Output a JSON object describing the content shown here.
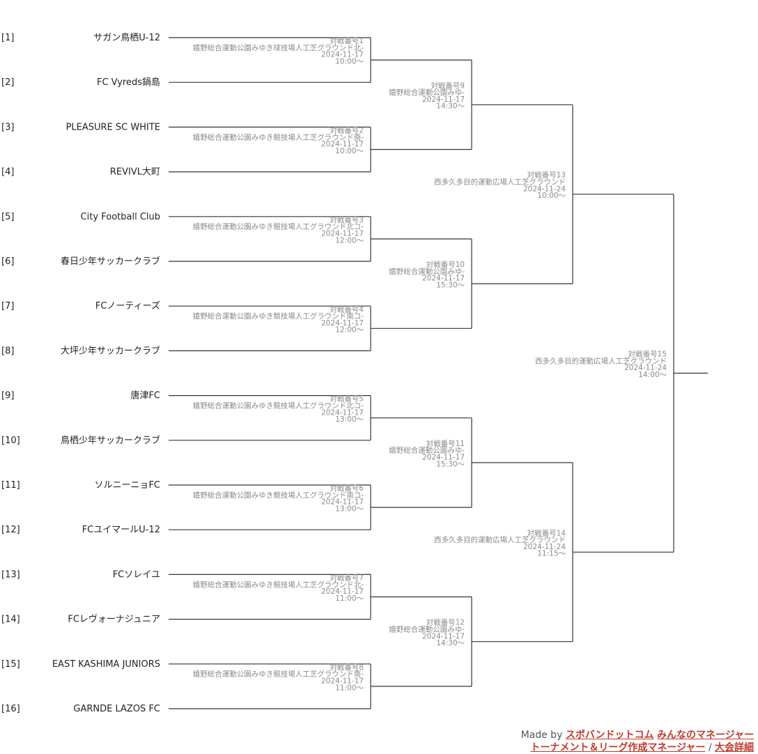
{
  "teams": [
    {
      "seed": "[1]",
      "name": "サガン鳥栖U-12"
    },
    {
      "seed": "[2]",
      "name": "FC Vyreds鍋島"
    },
    {
      "seed": "[3]",
      "name": "PLEASURE SC WHITE"
    },
    {
      "seed": "[4]",
      "name": "REVIVL大町"
    },
    {
      "seed": "[5]",
      "name": "City Football Club"
    },
    {
      "seed": "[6]",
      "name": "春日少年サッカークラブ"
    },
    {
      "seed": "[7]",
      "name": "FCノーティーズ"
    },
    {
      "seed": "[8]",
      "name": "大坪少年サッカークラブ"
    },
    {
      "seed": "[9]",
      "name": "唐津FC"
    },
    {
      "seed": "[10]",
      "name": "鳥栖少年サッカークラブ"
    },
    {
      "seed": "[11]",
      "name": "ソルニーニョFC"
    },
    {
      "seed": "[12]",
      "name": "FCユイマールU-12"
    },
    {
      "seed": "[13]",
      "name": "FCソレイユ"
    },
    {
      "seed": "[14]",
      "name": "FCレヴォーナジュニア"
    },
    {
      "seed": "[15]",
      "name": "EAST KASHIMA JUNIORS"
    },
    {
      "seed": "[16]",
      "name": "GARNDE LAZOS FC"
    }
  ],
  "matches": [
    {
      "round": 1,
      "slot": 0,
      "label": "対戦番号1",
      "venue": "嬉野総合運動公園みゆき球技場人工芝グラウンド北-",
      "date": "2024-11-17",
      "time": "10:00～"
    },
    {
      "round": 1,
      "slot": 1,
      "label": "対戦番号2",
      "venue": "嬉野総合運動公園みゆき競技場人工芝グラウンド南-",
      "date": "2024-11-17",
      "time": "10:00～"
    },
    {
      "round": 1,
      "slot": 2,
      "label": "対戦番号3",
      "venue": "嬉野総合運動公園みゆき競技場人工グラウンド北コ-",
      "date": "2024-11-17",
      "time": "12:00～"
    },
    {
      "round": 1,
      "slot": 3,
      "label": "対戦番号4",
      "venue": "嬉野総合運動公園みゆき競技場人工グラウンド南コ-",
      "date": "2024-11-17",
      "time": "12:00～"
    },
    {
      "round": 1,
      "slot": 4,
      "label": "対戦番号5",
      "venue": "嬉野総合運動公園みゆき競技場人工グラウンド北コ-",
      "date": "2024-11-17",
      "time": "13:00～"
    },
    {
      "round": 1,
      "slot": 5,
      "label": "対戦番号6",
      "venue": "嬉野総合運動公園みゆき競技場人工グラウンド南コ-",
      "date": "2024-11-17",
      "time": "13:00～"
    },
    {
      "round": 1,
      "slot": 6,
      "label": "対戦番号7",
      "venue": "嬉野総合運動公園みゆき競技場人工芝グラウンド北-",
      "date": "2024-11-17",
      "time": "11:00～"
    },
    {
      "round": 1,
      "slot": 7,
      "label": "対戦番号8",
      "venue": "嬉野総合運動公園みゆき競技場人工芝グラウンド南-",
      "date": "2024-11-17",
      "time": "11:00～"
    },
    {
      "round": 2,
      "slot": 0,
      "label": "対戦番号9",
      "venue": "嬉野総合運動公園みゆ-",
      "date": "2024-11-17",
      "time": "14:30～"
    },
    {
      "round": 2,
      "slot": 1,
      "label": "対戦番号10",
      "venue": "嬉野総合運動公園みゆ-",
      "date": "2024-11-17",
      "time": "15:30～"
    },
    {
      "round": 2,
      "slot": 2,
      "label": "対戦番号11",
      "venue": "嬉野総合運動公園みゆ-",
      "date": "2024-11-17",
      "time": "15:30～"
    },
    {
      "round": 2,
      "slot": 3,
      "label": "対戦番号12",
      "venue": "嬉野総合運動公園みゆ-",
      "date": "2024-11-17",
      "time": "14:30～"
    },
    {
      "round": 3,
      "slot": 0,
      "label": "対戦番号13",
      "venue": "西多久多目的運動広場人工芝グラウンド",
      "date": "2024-11-24",
      "time": "10:00～"
    },
    {
      "round": 3,
      "slot": 1,
      "label": "対戦番号14",
      "venue": "西多久多目的運動広場人工芝グラウンド",
      "date": "2024-11-24",
      "time": "11:15～"
    },
    {
      "round": 4,
      "slot": 0,
      "label": "対戦番号15",
      "venue": "西多久多目的運動広場人工芝グラウンド",
      "date": "2024-11-24",
      "time": "14:00～"
    }
  ],
  "footer": {
    "made_by": "Made by",
    "link1": "スポバンドットコム",
    "link2": "みんなのマネージャー",
    "link3": "トーナメント＆リーグ作成マネージャー",
    "separator": "/",
    "link4": "大会詳細"
  }
}
